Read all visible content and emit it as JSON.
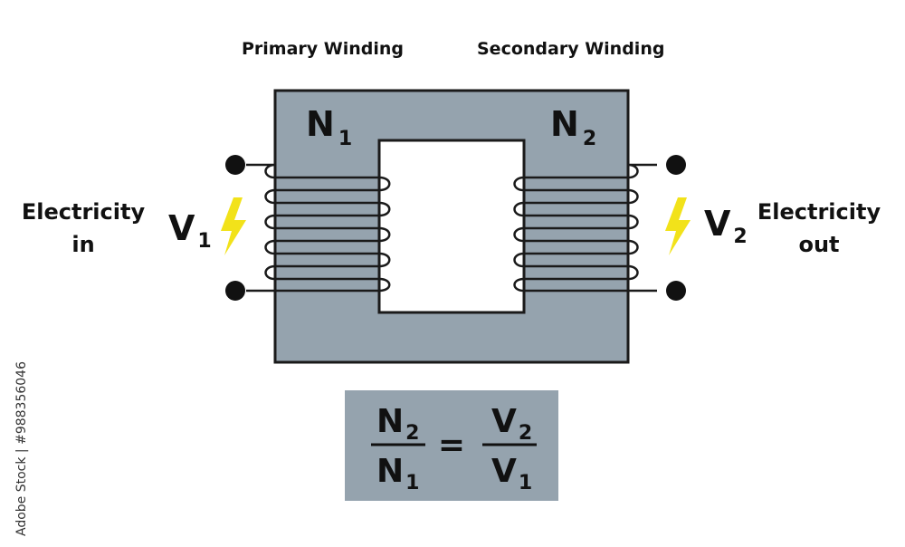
{
  "labels": {
    "primary_winding": "Primary Winding",
    "secondary_winding": "Secondary Winding",
    "electricity_in_line1": "Electricity",
    "electricity_in_line2": "in",
    "electricity_out_line1": "Electricity",
    "electricity_out_line2": "out",
    "n1_main": "N",
    "n1_sub": "1",
    "n2_main": "N",
    "n2_sub": "2",
    "v1_main": "V",
    "v1_sub": "1",
    "v2_main": "V",
    "v2_sub": "2"
  },
  "formula": {
    "lhs_num_main": "N",
    "lhs_num_sub": "2",
    "lhs_den_main": "N",
    "lhs_den_sub": "1",
    "equals": "=",
    "rhs_num_main": "V",
    "rhs_num_sub": "2",
    "rhs_den_main": "V",
    "rhs_den_sub": "1"
  },
  "watermark": {
    "side_text": "Adobe Stock | #988356046"
  },
  "colors": {
    "core": "#95a3ae",
    "formula_box": "#95a3ae",
    "stroke": "#1a1a1a",
    "lightning": "#f2e21a"
  },
  "icons": {
    "left_bolt": "lightning-bolt-icon",
    "right_bolt": "lightning-bolt-icon"
  }
}
